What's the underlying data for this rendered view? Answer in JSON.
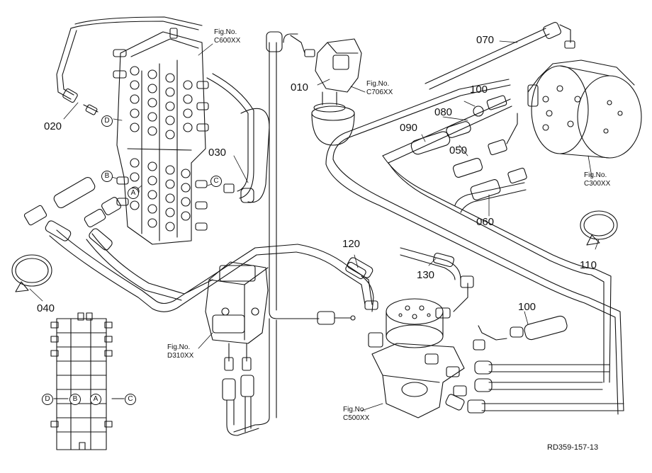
{
  "diagram": {
    "part_labels": {
      "p010": "010",
      "p020": "020",
      "p030": "030",
      "p040": "040",
      "p050": "050",
      "p060": "060",
      "p070": "070",
      "p080": "080",
      "p090": "090",
      "p100a": "100",
      "p100b": "100",
      "p110": "110",
      "p120": "120",
      "p130": "130"
    },
    "fig_refs": {
      "c600": {
        "line1": "Fig.No.",
        "line2": "C600XX"
      },
      "c706": {
        "line1": "Fig.No.",
        "line2": "C706XX"
      },
      "c300": {
        "line1": "Fig.No.",
        "line2": "C300XX"
      },
      "d310": {
        "line1": "Fig.No.",
        "line2": "D310XX"
      },
      "c500": {
        "line1": "Fig.No.",
        "line2": "C500XX"
      }
    },
    "port_markers": {
      "a_top": "A",
      "b_top": "B",
      "c_top": "C",
      "d_top": "D",
      "a_bot": "A",
      "b_bot": "B",
      "c_bot": "C",
      "d_bot": "D"
    },
    "drawing_number": "RD359-157-13",
    "line_color": "#111111"
  }
}
